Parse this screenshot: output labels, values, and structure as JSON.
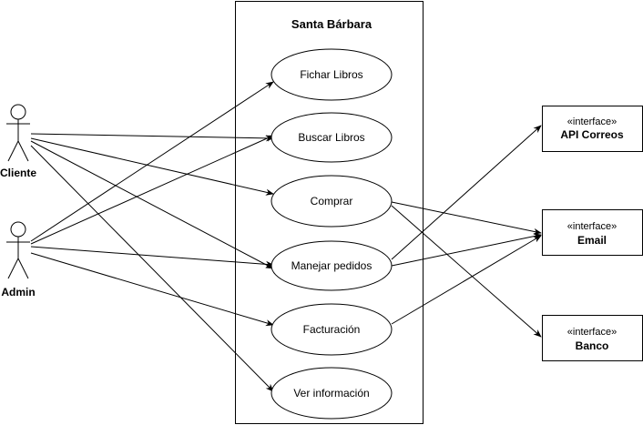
{
  "system": {
    "title": "Santa Bárbara"
  },
  "actors": [
    {
      "id": "cliente",
      "label": "Cliente"
    },
    {
      "id": "admin",
      "label": "Admin"
    }
  ],
  "use_cases": [
    {
      "id": "fichar",
      "label": "Fichar Libros"
    },
    {
      "id": "buscar",
      "label": "Buscar Libros"
    },
    {
      "id": "comprar",
      "label": "Comprar"
    },
    {
      "id": "pedidos",
      "label": "Manejar pedidos"
    },
    {
      "id": "facturacion",
      "label": "Facturación"
    },
    {
      "id": "info",
      "label": "Ver información"
    }
  ],
  "interfaces": [
    {
      "id": "correos",
      "stereotype": "«interface»",
      "name": "API Correos"
    },
    {
      "id": "email",
      "stereotype": "«interface»",
      "name": "Email"
    },
    {
      "id": "banco",
      "stereotype": "«interface»",
      "name": "Banco"
    }
  ],
  "associations": [
    {
      "from": "cliente",
      "to": "buscar"
    },
    {
      "from": "cliente",
      "to": "comprar"
    },
    {
      "from": "cliente",
      "to": "pedidos"
    },
    {
      "from": "cliente",
      "to": "info"
    },
    {
      "from": "admin",
      "to": "fichar"
    },
    {
      "from": "admin",
      "to": "buscar"
    },
    {
      "from": "admin",
      "to": "pedidos"
    },
    {
      "from": "admin",
      "to": "facturacion"
    },
    {
      "from": "comprar",
      "to": "email"
    },
    {
      "from": "comprar",
      "to": "banco"
    },
    {
      "from": "pedidos",
      "to": "correos"
    },
    {
      "from": "pedidos",
      "to": "email"
    },
    {
      "from": "facturacion",
      "to": "email"
    }
  ],
  "colors": {
    "stroke": "#000000",
    "fill": "#ffffff"
  }
}
